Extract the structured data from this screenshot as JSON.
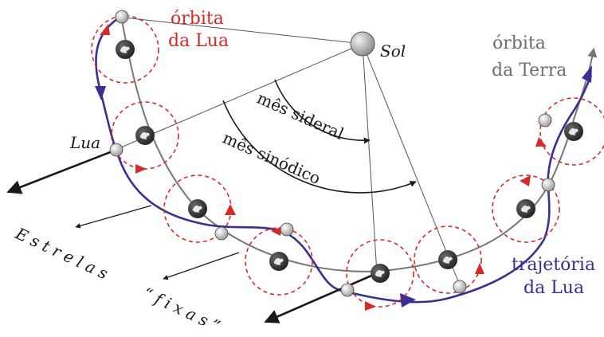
{
  "labels": {
    "moon_orbit_line1": "órbita",
    "moon_orbit_line2": "da Lua",
    "sun": "Sol",
    "earth_orbit_line1": "órbita",
    "earth_orbit_line2": "da Terra",
    "moon": "Lua",
    "sidereal_month": "mês sideral",
    "synodic_month": "mês sinódico",
    "fixed_stars_word1": "Estrelas",
    "fixed_stars_word2": "“fixas”",
    "moon_trajectory_line1": "trajetória",
    "moon_trajectory_line2": "da Lua"
  },
  "colors": {
    "moon_orbit": "#d42a2a",
    "moon_trajectory": "#3a2f93",
    "earth_orbit": "#777777",
    "earth": "#333333",
    "text": "#1a1a1a"
  }
}
